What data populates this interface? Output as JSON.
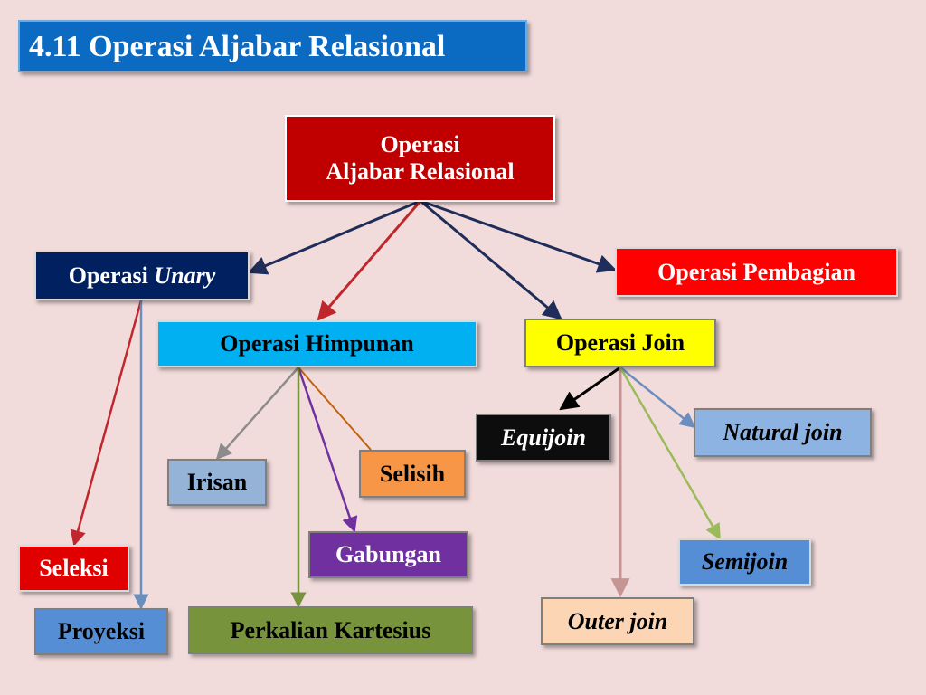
{
  "title": "4.11 Operasi Aljabar Relasional",
  "nodes": {
    "root_line1": "Operasi",
    "root_line2": "Aljabar Relasional",
    "unary_prefix": "Operasi",
    "unary_italic": "Unary",
    "pembagian": "Operasi Pembagian",
    "himpunan": "Operasi Himpunan",
    "join": "Operasi Join",
    "equijoin": "Equijoin",
    "natural_join": "Natural join",
    "irisan": "Irisan",
    "selisih": "Selisih",
    "gabungan": "Gabungan",
    "perkalian": "Perkalian Kartesius",
    "seleksi": "Seleksi",
    "proyeksi": "Proyeksi",
    "semijoin": "Semijoin",
    "outer_join": "Outer join"
  },
  "colors": {
    "background": "#f2dcdb",
    "title_bg": "#0b6bc2",
    "root_bg": "#c00000",
    "unary_bg": "#002060",
    "pembagian_bg": "#ff0000",
    "himpunan_bg": "#00b0f0",
    "join_bg": "#ffff00",
    "equijoin_bg": "#0d0d0d",
    "natural_join_bg": "#8db3e2",
    "irisan_bg": "#95b3d7",
    "selisih_bg": "#f79646",
    "gabungan_bg": "#7030a0",
    "perkalian_bg": "#77933c",
    "seleksi_bg": "#e00000",
    "proyeksi_bg": "#558ed5",
    "semijoin_bg": "#558ed5",
    "outer_join_bg": "#fcd5b5"
  }
}
